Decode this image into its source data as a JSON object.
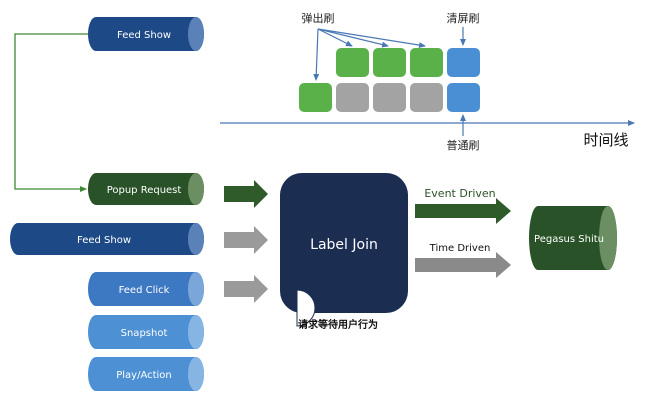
{
  "colors": {
    "dark_blue": "#1d4a87",
    "mid_blue": "#3d79c2",
    "light_blue": "#4d90d4",
    "dark_green": "#2a5228",
    "navy": "#1c2d52",
    "block_green": "#5ab14a",
    "block_gray": "#a3a3a3",
    "block_blue": "#4a8fd3",
    "arrow_green": "#2f5a2a",
    "arrow_gray": "#9a9a9a",
    "axis": "#4a78b5",
    "connector": "#3c8a33"
  },
  "top": {
    "popup_refresh": "弹出刷",
    "clear_refresh": "清屏刷",
    "normal_refresh": "普通刷",
    "timeline": "时间线"
  },
  "inputs": {
    "feed_show_top": "Feed Show",
    "popup_request": "Popup Request",
    "feed_show": "Feed Show",
    "feed_click": "Feed Click",
    "snapshot": "Snapshot",
    "play_action": "Play/Action"
  },
  "join": {
    "title": "Label Join",
    "note": "请求等待用户行为"
  },
  "outputs": {
    "event_driven": "Event Driven",
    "time_driven": "Time Driven",
    "sink": "Pegasus Shitu"
  }
}
